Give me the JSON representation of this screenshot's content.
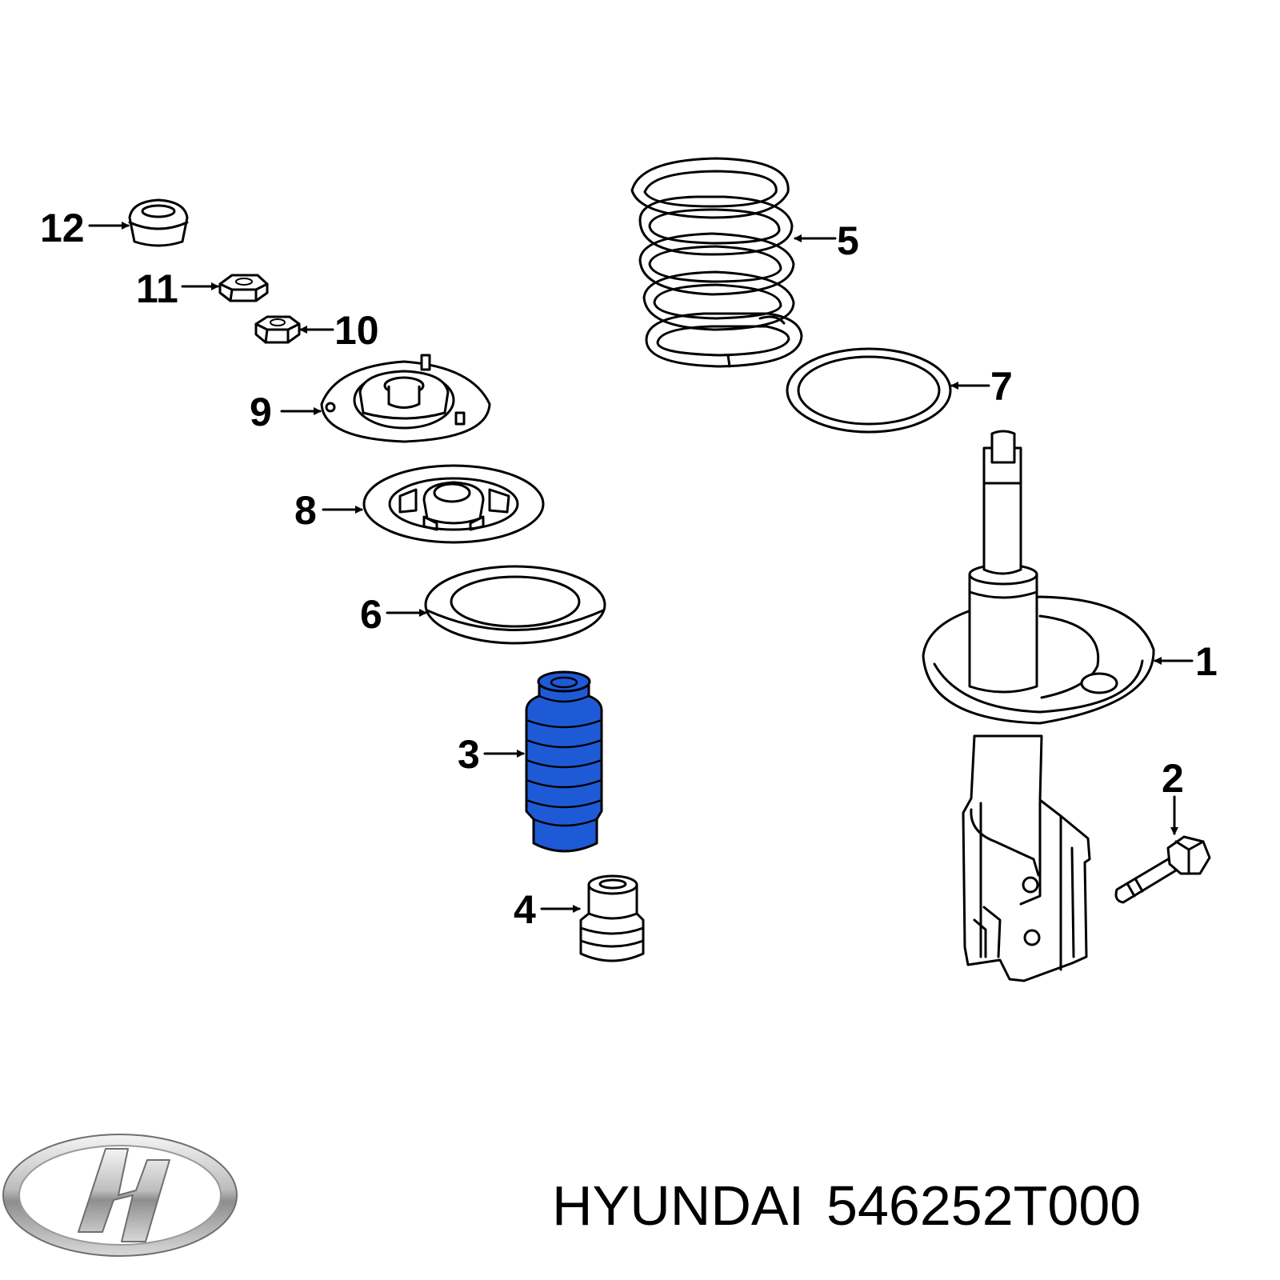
{
  "diagram": {
    "callouts": [
      "1",
      "2",
      "3",
      "4",
      "5",
      "6",
      "7",
      "8",
      "9",
      "10",
      "11",
      "12"
    ],
    "highlight_part": "3",
    "highlight_color": "#1f5ad6"
  },
  "caption": {
    "brand": "HYUNDAI",
    "part_number": "546252T000"
  },
  "logo": {
    "icon": "hyundai-logo-icon",
    "brand": "Hyundai"
  }
}
